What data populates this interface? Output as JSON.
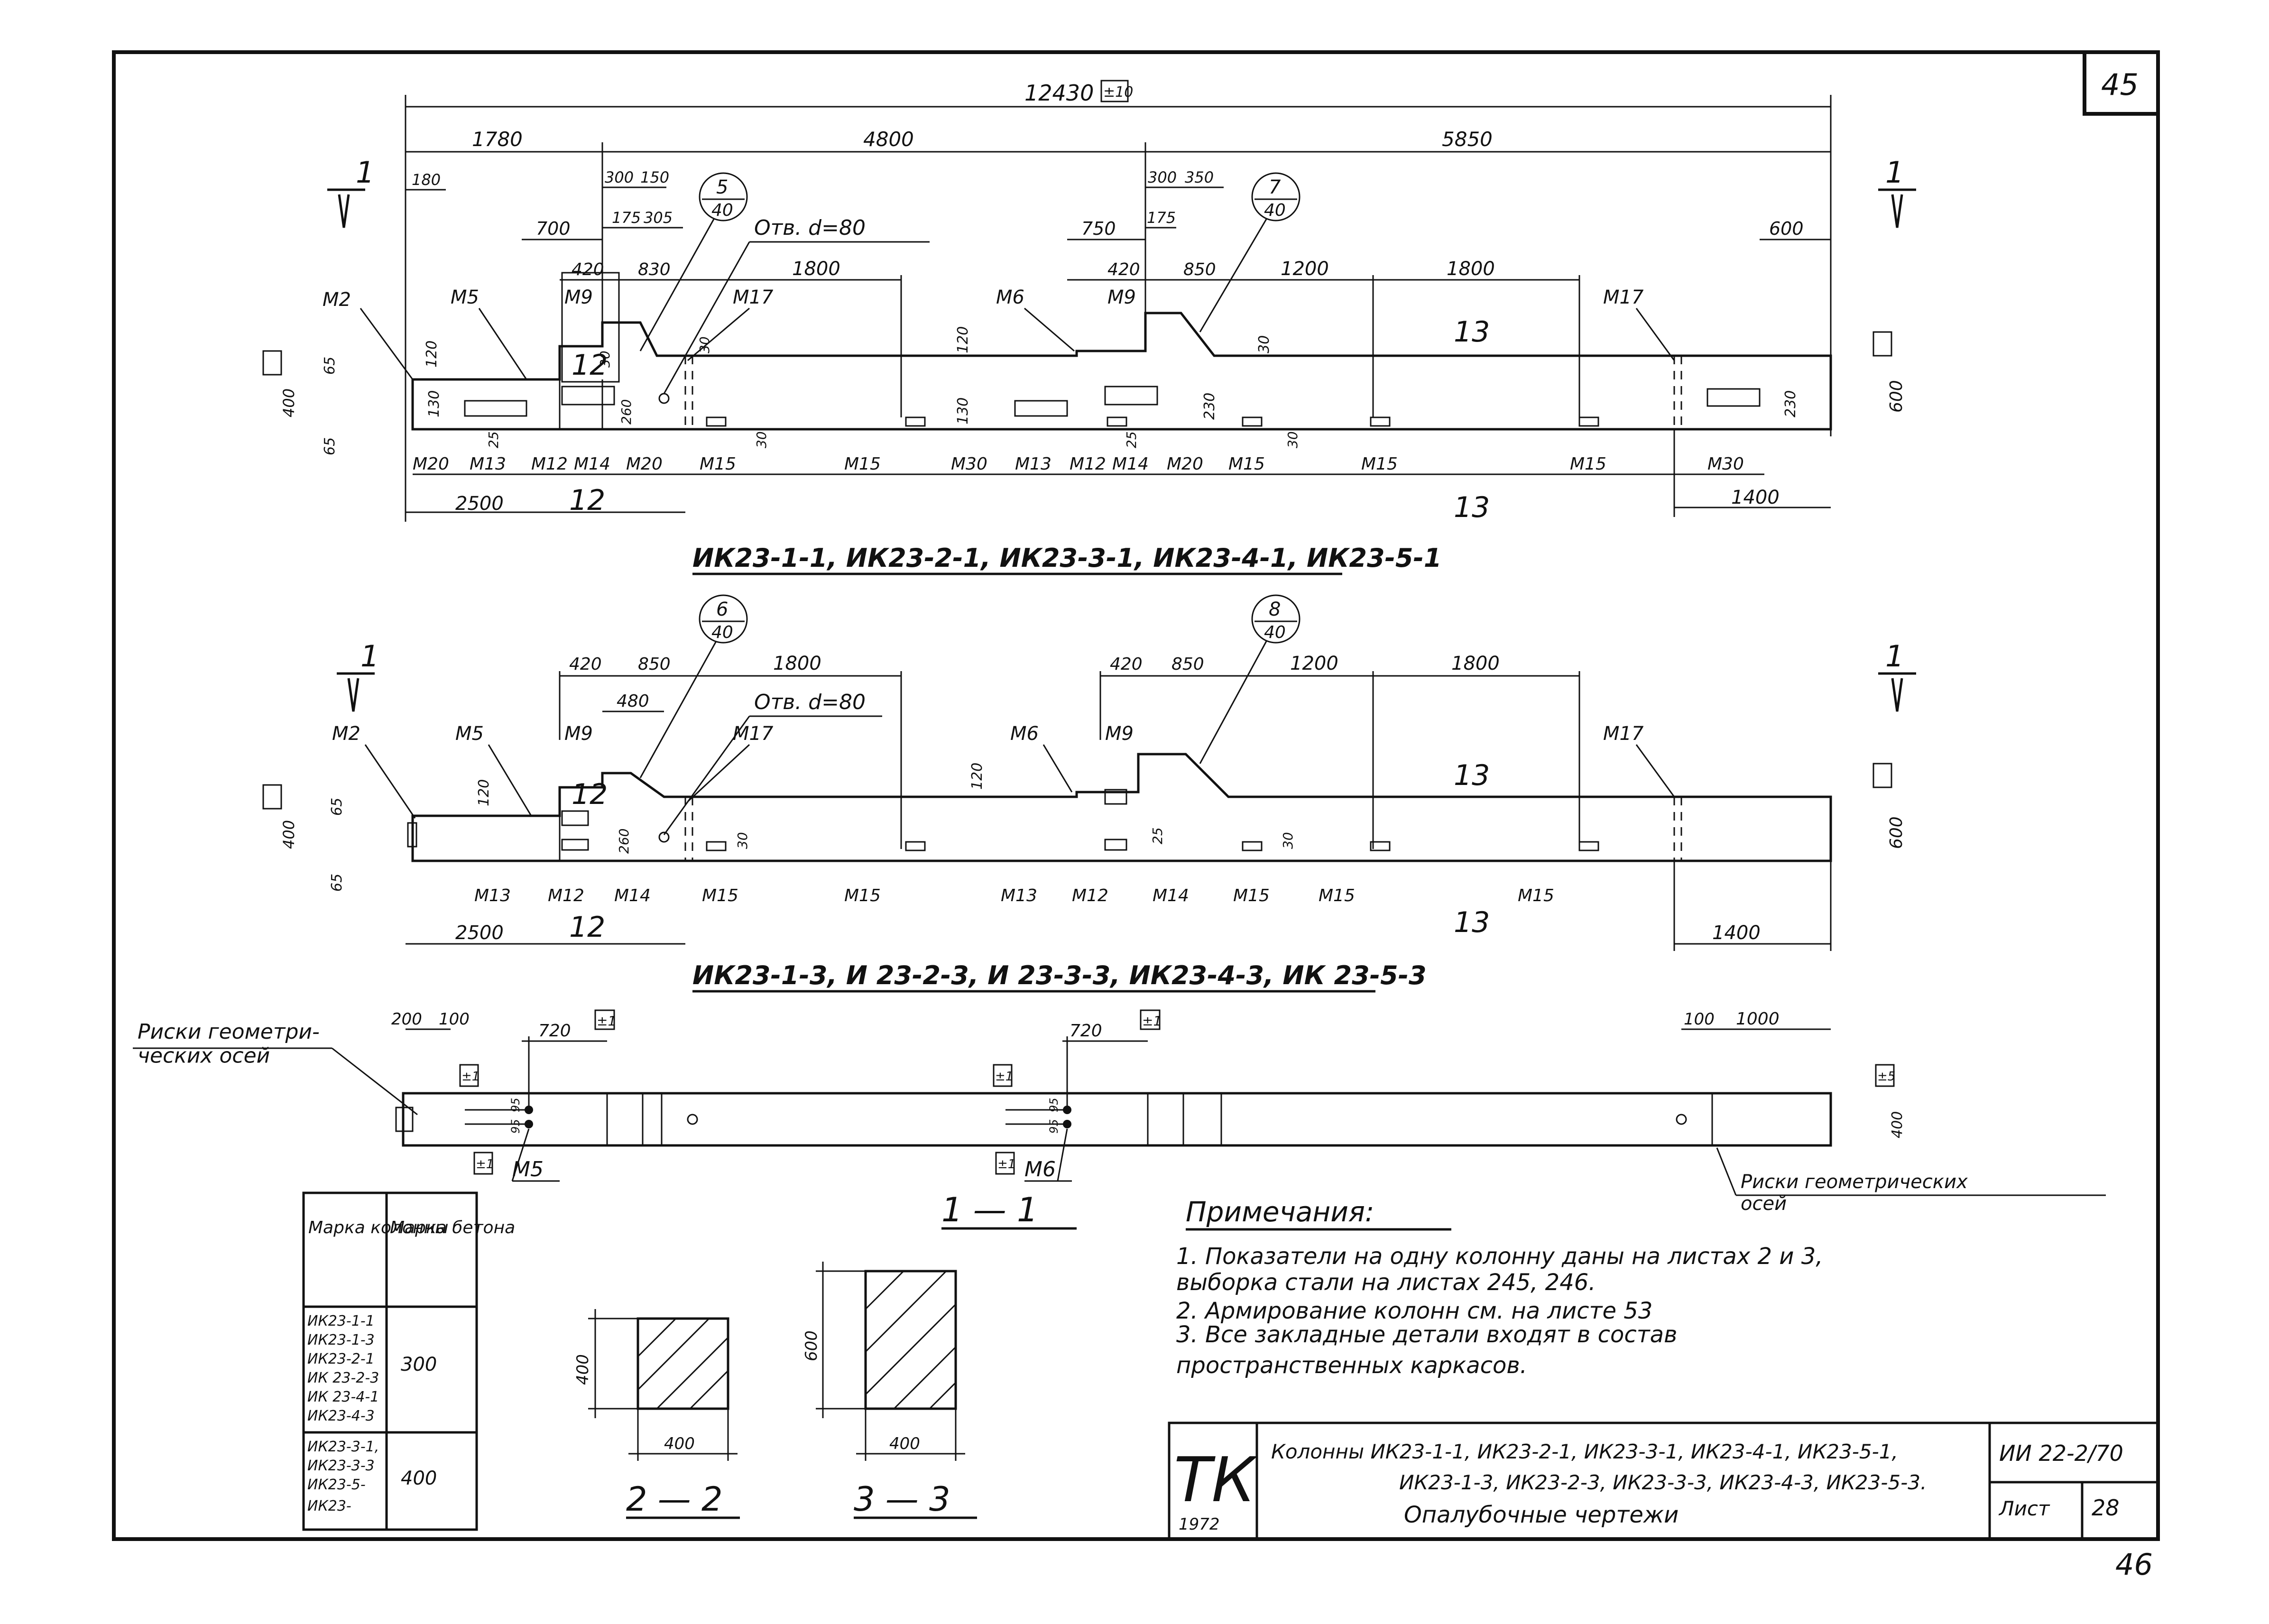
{
  "sheet": {
    "page_number_top": "45",
    "page_number_bottom": "46",
    "overall_dimension": "12430",
    "overall_tolerance": "±10"
  },
  "view1": {
    "dims_top": [
      "1780",
      "4800",
      "5850"
    ],
    "dims_mid": [
      "180",
      "300",
      "150",
      "300",
      "350",
      "175",
      "305",
      "175"
    ],
    "dims_row3": [
      "700",
      "750",
      "600"
    ],
    "dims_row4": [
      "420",
      "830",
      "1800",
      "420",
      "850",
      "1200",
      "1800"
    ],
    "bubble_a": [
      "5",
      "40"
    ],
    "bubble_b": [
      "7",
      "40"
    ],
    "hole_note": "Отв. d=80",
    "section_mark": "1",
    "side_values": [
      "120",
      "130",
      "400",
      "65",
      "65",
      "120",
      "130",
      "30",
      "230",
      "600",
      "230",
      "30",
      "30",
      "25",
      "25",
      "260",
      "30",
      "30"
    ],
    "part_labels_top": [
      "М2",
      "М5",
      "М9",
      "М17",
      "М6",
      "М9",
      "М17"
    ],
    "part_labels_bottom": [
      "М20",
      "М13",
      "М12",
      "М14",
      "М20",
      "М15",
      "М15",
      "М30",
      "М13",
      "М12",
      "М14",
      "М20",
      "М15",
      "М15",
      "М15",
      "М30"
    ],
    "zone_labels": [
      "12",
      "13",
      "12",
      "13"
    ],
    "bottom_dims": [
      "2500",
      "1400"
    ],
    "title": "ИК23-1-1, ИК23-2-1, ИК23-3-1, ИК23-4-1, ИК23-5-1"
  },
  "view2": {
    "bubble_a": [
      "6",
      "40"
    ],
    "bubble_b": [
      "8",
      "40"
    ],
    "dims_top": [
      "420",
      "850",
      "1800",
      "420",
      "850",
      "1200",
      "1800",
      "480"
    ],
    "hole_note": "Отв. d=80",
    "part_labels_top": [
      "М2",
      "М5",
      "М9",
      "М17",
      "М6",
      "М9",
      "М17"
    ],
    "part_labels_bottom": [
      "М13",
      "М12",
      "М14",
      "М15",
      "М15",
      "М13",
      "М12",
      "М14",
      "М15",
      "М15",
      "М15"
    ],
    "side_values": [
      "120",
      "65",
      "400",
      "65",
      "120",
      "260",
      "30",
      "25",
      "30",
      "600"
    ],
    "zone_labels": [
      "12",
      "13",
      "12",
      "13"
    ],
    "bottom_dims": [
      "2500",
      "1400"
    ],
    "title": "ИК23-1-3, И 23-2-3, И 23-3-3, ИК23-4-3, ИК 23-5-3"
  },
  "plan": {
    "axis_note_left": "Риски геометри-\nческих осей",
    "axis_note_right": "Риски геометрических\nосей",
    "dims": [
      "200",
      "100",
      "720",
      "±1",
      "720",
      "±1",
      "100",
      "1000"
    ],
    "side_values": [
      "95",
      "95",
      "95",
      "95",
      "400"
    ],
    "part_labels": [
      "М5",
      "М6"
    ],
    "tol_marks": [
      "±1",
      "±1",
      "±1",
      "±1",
      "±5"
    ],
    "section_title": "1 — 1"
  },
  "concrete_table": {
    "headers": [
      "Марка колонны",
      "Марка бетона"
    ],
    "rows": [
      {
        "columns": [
          "ИК23-1-1",
          "ИК23-1-3",
          "ИК23-2-1",
          "ИК 23-2-3",
          "ИК 23-4-1",
          "ИК23-4-3"
        ],
        "grade": "300"
      },
      {
        "columns": [
          "ИК23-3-1,",
          "ИК23-3-3",
          "ИК23-5-",
          "ИК23-"
        ],
        "grade": "400"
      }
    ]
  },
  "sections": {
    "s22": {
      "height": "400",
      "width": "400",
      "title": "2 — 2"
    },
    "s33": {
      "height": "600",
      "width": "400",
      "title": "3 — 3"
    }
  },
  "notes": {
    "heading": "Примечания:",
    "items": [
      "1. Показатели на одну колонну даны на листах 2 и 3,",
      "выборка стали на листах 245, 246.",
      "2. Армирование колонн см. на листе 53",
      "3. Все закладные детали   входят в состав",
      "пространственных каркасов."
    ]
  },
  "title_block": {
    "org": "ТК",
    "year": "1972",
    "line1": "Колонны ИК23-1-1, ИК23-2-1, ИК23-3-1, ИК23-4-1, ИК23-5-1,",
    "line2": "ИК23-1-3, ИК23-2-3, ИК23-3-3, ИК23-4-3, ИК23-5-3.",
    "line3": "Опалубочные чертежи",
    "series": "ИИ 22-2/70",
    "sheet_label": "Лист",
    "sheet_number": "28"
  }
}
